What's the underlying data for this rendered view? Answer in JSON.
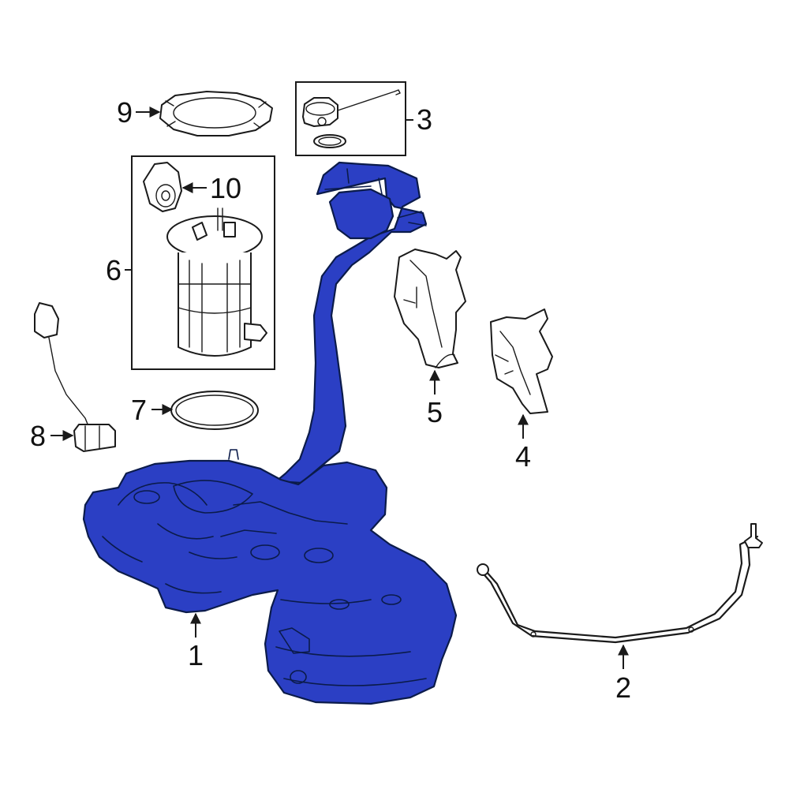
{
  "highlight_color": "#2b3fc4",
  "callouts": {
    "c1": "1",
    "c2": "2",
    "c3": "3",
    "c4": "4",
    "c5": "5",
    "c6": "6",
    "c7": "7",
    "c8": "8",
    "c9": "9",
    "c10": "10"
  }
}
